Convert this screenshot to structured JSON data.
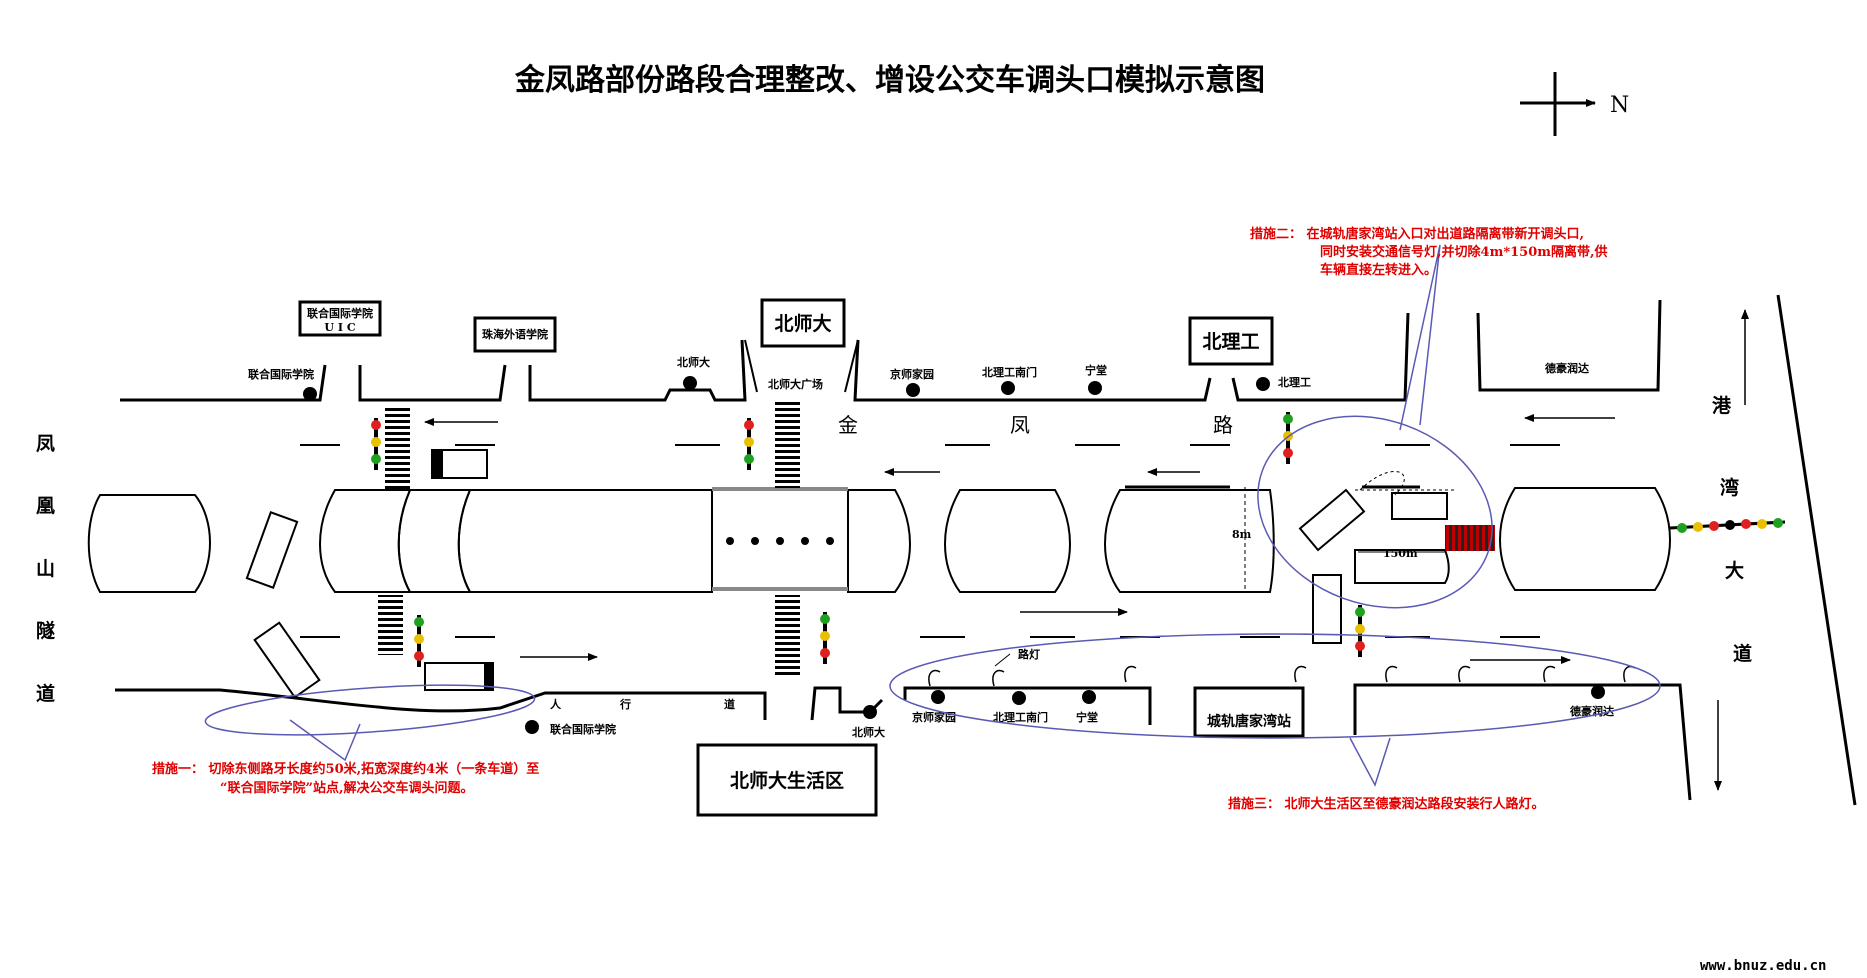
{
  "title": "金凤路部份路段合理整改、增设公交车调头口模拟示意图",
  "compass_label": "N",
  "road_names": {
    "main": [
      "金",
      "凤",
      "路"
    ],
    "west_tunnel": [
      "凤",
      "凰",
      "山",
      "隧",
      "道"
    ],
    "east_avenue": [
      "港",
      "湾",
      "大",
      "道"
    ],
    "sidewalk": [
      "人",
      "行",
      "道"
    ]
  },
  "boxes": {
    "uic": [
      "联合国际学院",
      "U I C"
    ],
    "zhuhai_foreign": "珠海外语学院",
    "bnu": "北师大",
    "bit": "北理工",
    "bnu_living": "北师大生活区",
    "station": "城轨唐家湾站"
  },
  "stops_north": {
    "uic": "联合国际学院",
    "bnu": "北师大",
    "bnu_plaza": "北师大广场",
    "jingshi": "京师家园",
    "bit_south_gate": "北理工南门",
    "ningtang": "宁堂",
    "bit": "北理工",
    "dehao": "德豪润达"
  },
  "stops_south": {
    "uic": "联合国际学院",
    "bnu": "北师大",
    "jingshi": "京师家园",
    "bit_south_gate": "北理工南门",
    "ningtang": "宁堂",
    "dehao": "德豪润达",
    "streetlamp": "路灯"
  },
  "dimensions": {
    "width_label": "8m",
    "length_label": "150m"
  },
  "notes": {
    "n1_line1": "措施一： 切除东侧路牙长度约50米,拓宽深度约4米（一条车道）至",
    "n1_line2": "“联合国际学院”站点,解决公交车调头问题。",
    "n2_line1": "措施二： 在城轨唐家湾站入口对出道路隔离带新开调头口,",
    "n2_line2": "同时安装交通信号灯,并切除4m*150m隔离带,供",
    "n2_line3": "车辆直接左转进入。",
    "n3": "措施三： 北师大生活区至德豪润达路段安装行人路灯。"
  },
  "watermark": "www.bnuz.edu.cn",
  "colors": {
    "note_red": "#e00000",
    "ellipse_blue": "#5a5ab4",
    "signal_red": "#e02020",
    "signal_amber": "#e8c000",
    "signal_green": "#20a020"
  }
}
